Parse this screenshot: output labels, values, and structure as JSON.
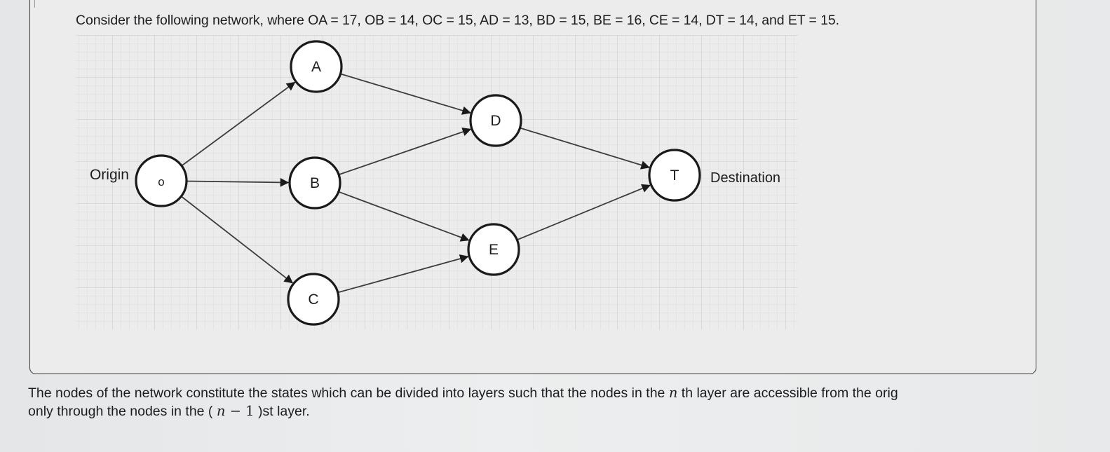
{
  "question": {
    "prompt": "Consider the following network, where OA = 17, OB = 14, OC = 15, AD = 13, BD = 15, BE = 16, CE = 14, DT = 14, and ET = 15."
  },
  "network": {
    "origin_label": "Origin",
    "destination_label": "Destination",
    "nodes": [
      {
        "id": "O",
        "label": "o"
      },
      {
        "id": "A",
        "label": "A"
      },
      {
        "id": "B",
        "label": "B"
      },
      {
        "id": "C",
        "label": "C"
      },
      {
        "id": "D",
        "label": "D"
      },
      {
        "id": "E",
        "label": "E"
      },
      {
        "id": "T",
        "label": "T"
      }
    ],
    "edges": [
      {
        "from": "O",
        "to": "A",
        "length": 17
      },
      {
        "from": "O",
        "to": "B",
        "length": 14
      },
      {
        "from": "O",
        "to": "C",
        "length": 15
      },
      {
        "from": "A",
        "to": "D",
        "length": 13
      },
      {
        "from": "B",
        "to": "D",
        "length": 15
      },
      {
        "from": "B",
        "to": "E",
        "length": 16
      },
      {
        "from": "C",
        "to": "E",
        "length": 14
      },
      {
        "from": "D",
        "to": "T",
        "length": 14
      },
      {
        "from": "E",
        "to": "T",
        "length": 15
      }
    ]
  },
  "footer": {
    "line1_part1": "The nodes of the network constitute the states which can be divided into layers such that the nodes in the ",
    "line1_var": "n",
    "line1_part2": " th layer are accessible from the orig",
    "line2_part1": "only through the nodes in the ( ",
    "line2_var": "n",
    "line2_op": " − 1",
    "line2_part2": " )st layer."
  },
  "colors": {
    "node_stroke": "#1a1a1a",
    "edge_stroke": "#3c3c3c",
    "grid": "#c9cbcd"
  }
}
